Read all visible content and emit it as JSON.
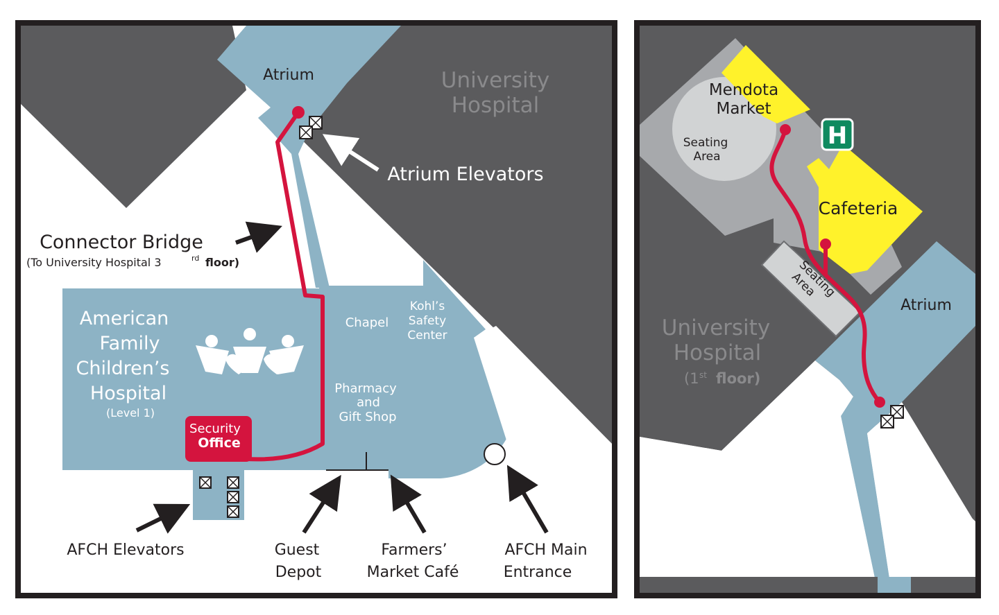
{
  "left_map": {
    "atrium": "Atrium",
    "university_hospital": [
      "University",
      "Hospital"
    ],
    "atrium_elevators": "Atrium Elevators",
    "connector_bridge": {
      "title": "Connector Bridge",
      "sub_prefix": "(To University Hospital 3",
      "sub_sup": "rd",
      "sub_suffix": "floor)"
    },
    "afch": {
      "lines": [
        "American",
        "Family",
        "Children’s",
        "Hospital"
      ],
      "level": "(Level 1)"
    },
    "chapel": "Chapel",
    "kohls": [
      "Kohl’s",
      "Safety",
      "Center"
    ],
    "pharmacy": [
      "Pharmacy",
      "and",
      "Gift Shop"
    ],
    "security": [
      "Security",
      "Office"
    ],
    "afch_elevators": "AFCH Elevators",
    "guest_depot": [
      "Guest",
      "Depot"
    ],
    "farmers_market": [
      "Farmers’",
      "Market Café"
    ],
    "main_entrance": [
      "AFCH Main",
      "Entrance"
    ]
  },
  "right_map": {
    "mendota": [
      "Mendota",
      "Market"
    ],
    "seating_round": [
      "Seating",
      "Area"
    ],
    "hospital_sign": "H",
    "cafeteria": "Cafeteria",
    "seating_rect": [
      "Seating",
      "Area"
    ],
    "atrium": "Atrium",
    "university_hospital": [
      "University",
      "Hospital"
    ],
    "floor": {
      "prefix": "(1",
      "sup": "st",
      "suffix": "floor)"
    }
  },
  "colors": {
    "building": "#5b5b5d",
    "corridor": "#8db3c5",
    "route": "#d4143e",
    "highlight": "#fff22b",
    "border": "#231f20",
    "sign": "#0f8a5f"
  }
}
